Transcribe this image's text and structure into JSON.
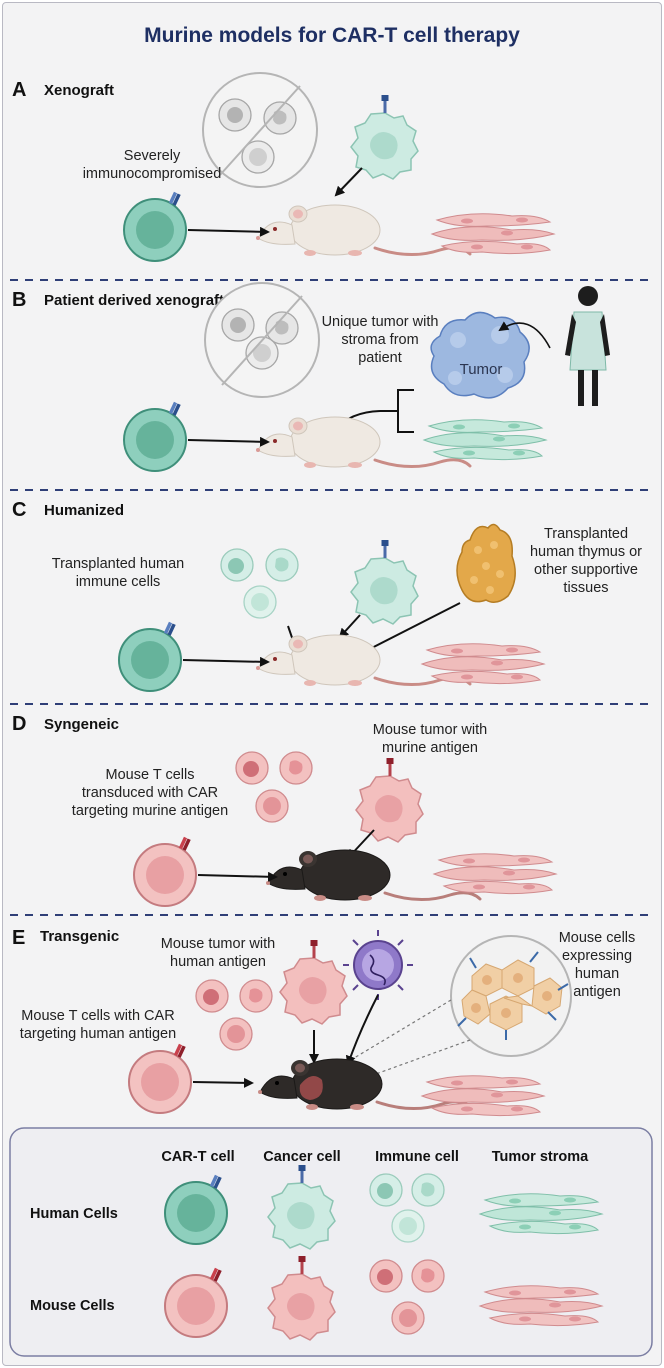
{
  "title": "Murine models for CAR-T cell therapy",
  "sections": {
    "A": {
      "letter": "A",
      "name": "Xenograft",
      "label": [
        "Severely",
        "immunocompromised"
      ]
    },
    "B": {
      "letter": "B",
      "name": "Patient derived xenograft",
      "label": [
        "Unique tumor with",
        "stroma from",
        "patient"
      ],
      "tumor": "Tumor"
    },
    "C": {
      "letter": "C",
      "name": "Humanized",
      "label_left": [
        "Transplanted human",
        "immune cells"
      ],
      "label_right": [
        "Transplanted",
        "human thymus or",
        "other supportive",
        "tissues"
      ]
    },
    "D": {
      "letter": "D",
      "name": "Syngeneic",
      "label_left": [
        "Mouse T cells",
        "transduced with CAR",
        "targeting murine antigen"
      ],
      "label_right": [
        "Mouse tumor with",
        "murine antigen"
      ]
    },
    "E": {
      "letter": "E",
      "name": "Transgenic",
      "label_tumor": [
        "Mouse tumor with",
        "human antigen"
      ],
      "label_left": [
        "Mouse T cells with CAR",
        "targeting human antigen"
      ],
      "label_right": [
        "Mouse  cells",
        "expressing",
        "human",
        "antigen"
      ]
    }
  },
  "legend": {
    "columns": [
      "CAR-T cell",
      "Cancer cell",
      "Immune cell",
      "Tumor stroma"
    ],
    "rows": [
      "Human Cells",
      "Mouse Cells"
    ]
  },
  "colors": {
    "human": "#bfe2d6",
    "human_dark": "#6fb7a2",
    "mouse": "#f1b9b8",
    "mouse_dark": "#d58a8d",
    "divider": "#2f3f77",
    "title": "#1e2f63"
  }
}
